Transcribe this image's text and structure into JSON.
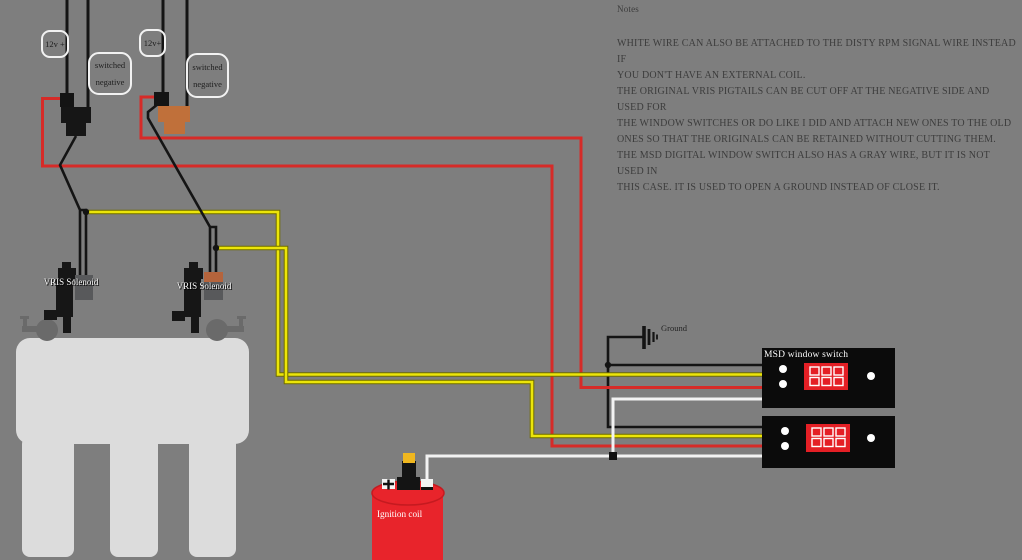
{
  "notes": {
    "title": "Notes",
    "para1": [
      "WHITE WIRE CAN ALSO BE ATTACHED TO THE DISTY RPM SIGNAL WIRE INSTEAD IF",
      "YOU DON'T HAVE AN EXTERNAL COIL."
    ],
    "para2": [
      "THE ORIGINAL VRIS PIGTAILS CAN BE CUT OFF AT THE NEGATIVE SIDE AND USED FOR",
      "THE WINDOW SWITCHES OR DO LIKE I DID AND ATTACH NEW ONES TO THE OLD",
      "ONES SO THAT THE ORIGINALS CAN BE RETAINED WITHOUT CUTTING THEM."
    ],
    "para3": [
      "THE MSD DIGITAL WINDOW SWITCH ALSO HAS A GRAY WIRE, BUT IT IS NOT USED IN",
      "THIS CASE. IT IS USED TO OPEN A GROUND INSTEAD OF CLOSE IT."
    ]
  },
  "labels": {
    "supply1": "12v +",
    "supply2": "12v+",
    "switched_negative": [
      "switched",
      "negative"
    ],
    "vris_solenoid": "VRIS Solenoid",
    "ground": "Ground",
    "msd_window_switch": "MSD window switch",
    "ignition_coil": "Ignition coil"
  },
  "colors": {
    "background": "#7e7e7e",
    "wire_black": "#141414",
    "wire_red": "#d62b28",
    "wire_yellow": "#ece50a",
    "wire_white": "#f2f2f2",
    "connector_orange": "#c0703a",
    "solenoid_block_gray": "#58595b",
    "manifold_gray": "#dcdcdc",
    "linkage_gray": "#6a6a6a",
    "msd_box_black": "#0b0b0b",
    "display_red": "#e41f25",
    "coil_red": "#e8242b",
    "coil_tip_yellow": "#f0b71f",
    "notes_text": "#3c3c3c"
  }
}
